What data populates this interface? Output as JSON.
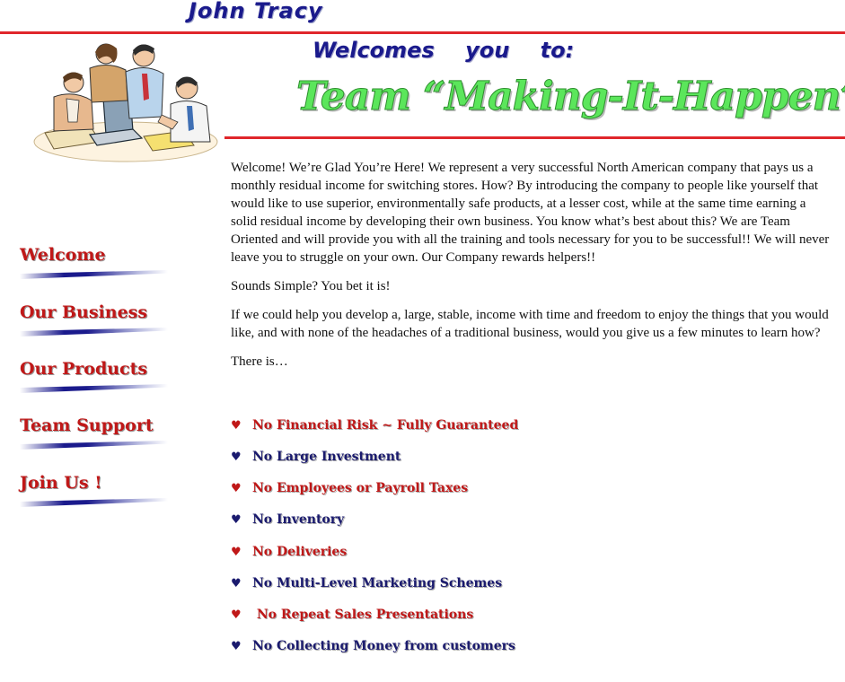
{
  "header": {
    "owner": "John  Tracy",
    "welcomes": "Welcomes you to:",
    "team": "Team “Making-It-Happen”"
  },
  "colors": {
    "red_rule": "#e0262b",
    "navy": "#1a1a8c",
    "nav_red": "#c01818",
    "title_green": "#5be65b"
  },
  "clipart": {
    "icon": "team-meeting-clipart"
  },
  "nav": {
    "items": [
      {
        "label": "Welcome"
      },
      {
        "label": "Our Business"
      },
      {
        "label": "Our Products"
      },
      {
        "label": "Team Support"
      },
      {
        "label": "Join Us !"
      }
    ]
  },
  "content": {
    "p1": "Welcome! We’re Glad You’re Here! We represent a very successful North American company that pays us a monthly residual income for switching stores.  How?  By introducing the company to people like yourself that would like to use superior, environmentally safe products, at a lesser cost, while at the same time earning a solid residual income by developing their own business.  You know what’s best about this?  We are Team Oriented and will provide you with all the training and tools necessary for you to be successful!!  We will never leave you to struggle on your own.  Our Company rewards helpers!!",
    "p2": " Sounds Simple?  You bet it is!",
    "p3": "If we could help you develop a, large, stable,  income with time and freedom to enjoy the things that you would like, and with none of the headaches of a traditional business, would you give us a few minutes to learn how?",
    "p4": "There is…"
  },
  "bullets": {
    "marker": "♥",
    "items": [
      {
        "text": "No Financial Risk  ~  Fully Guaranteed"
      },
      {
        "text": "No Large Investment"
      },
      {
        "text": "No Employees or Payroll Taxes"
      },
      {
        "text": "No Inventory"
      },
      {
        "text": "No Deliveries"
      },
      {
        "text": "No Multi-Level Marketing Schemes"
      },
      {
        "text": " No Repeat Sales Presentations"
      },
      {
        "text": "No Collecting Money from customers"
      }
    ]
  }
}
